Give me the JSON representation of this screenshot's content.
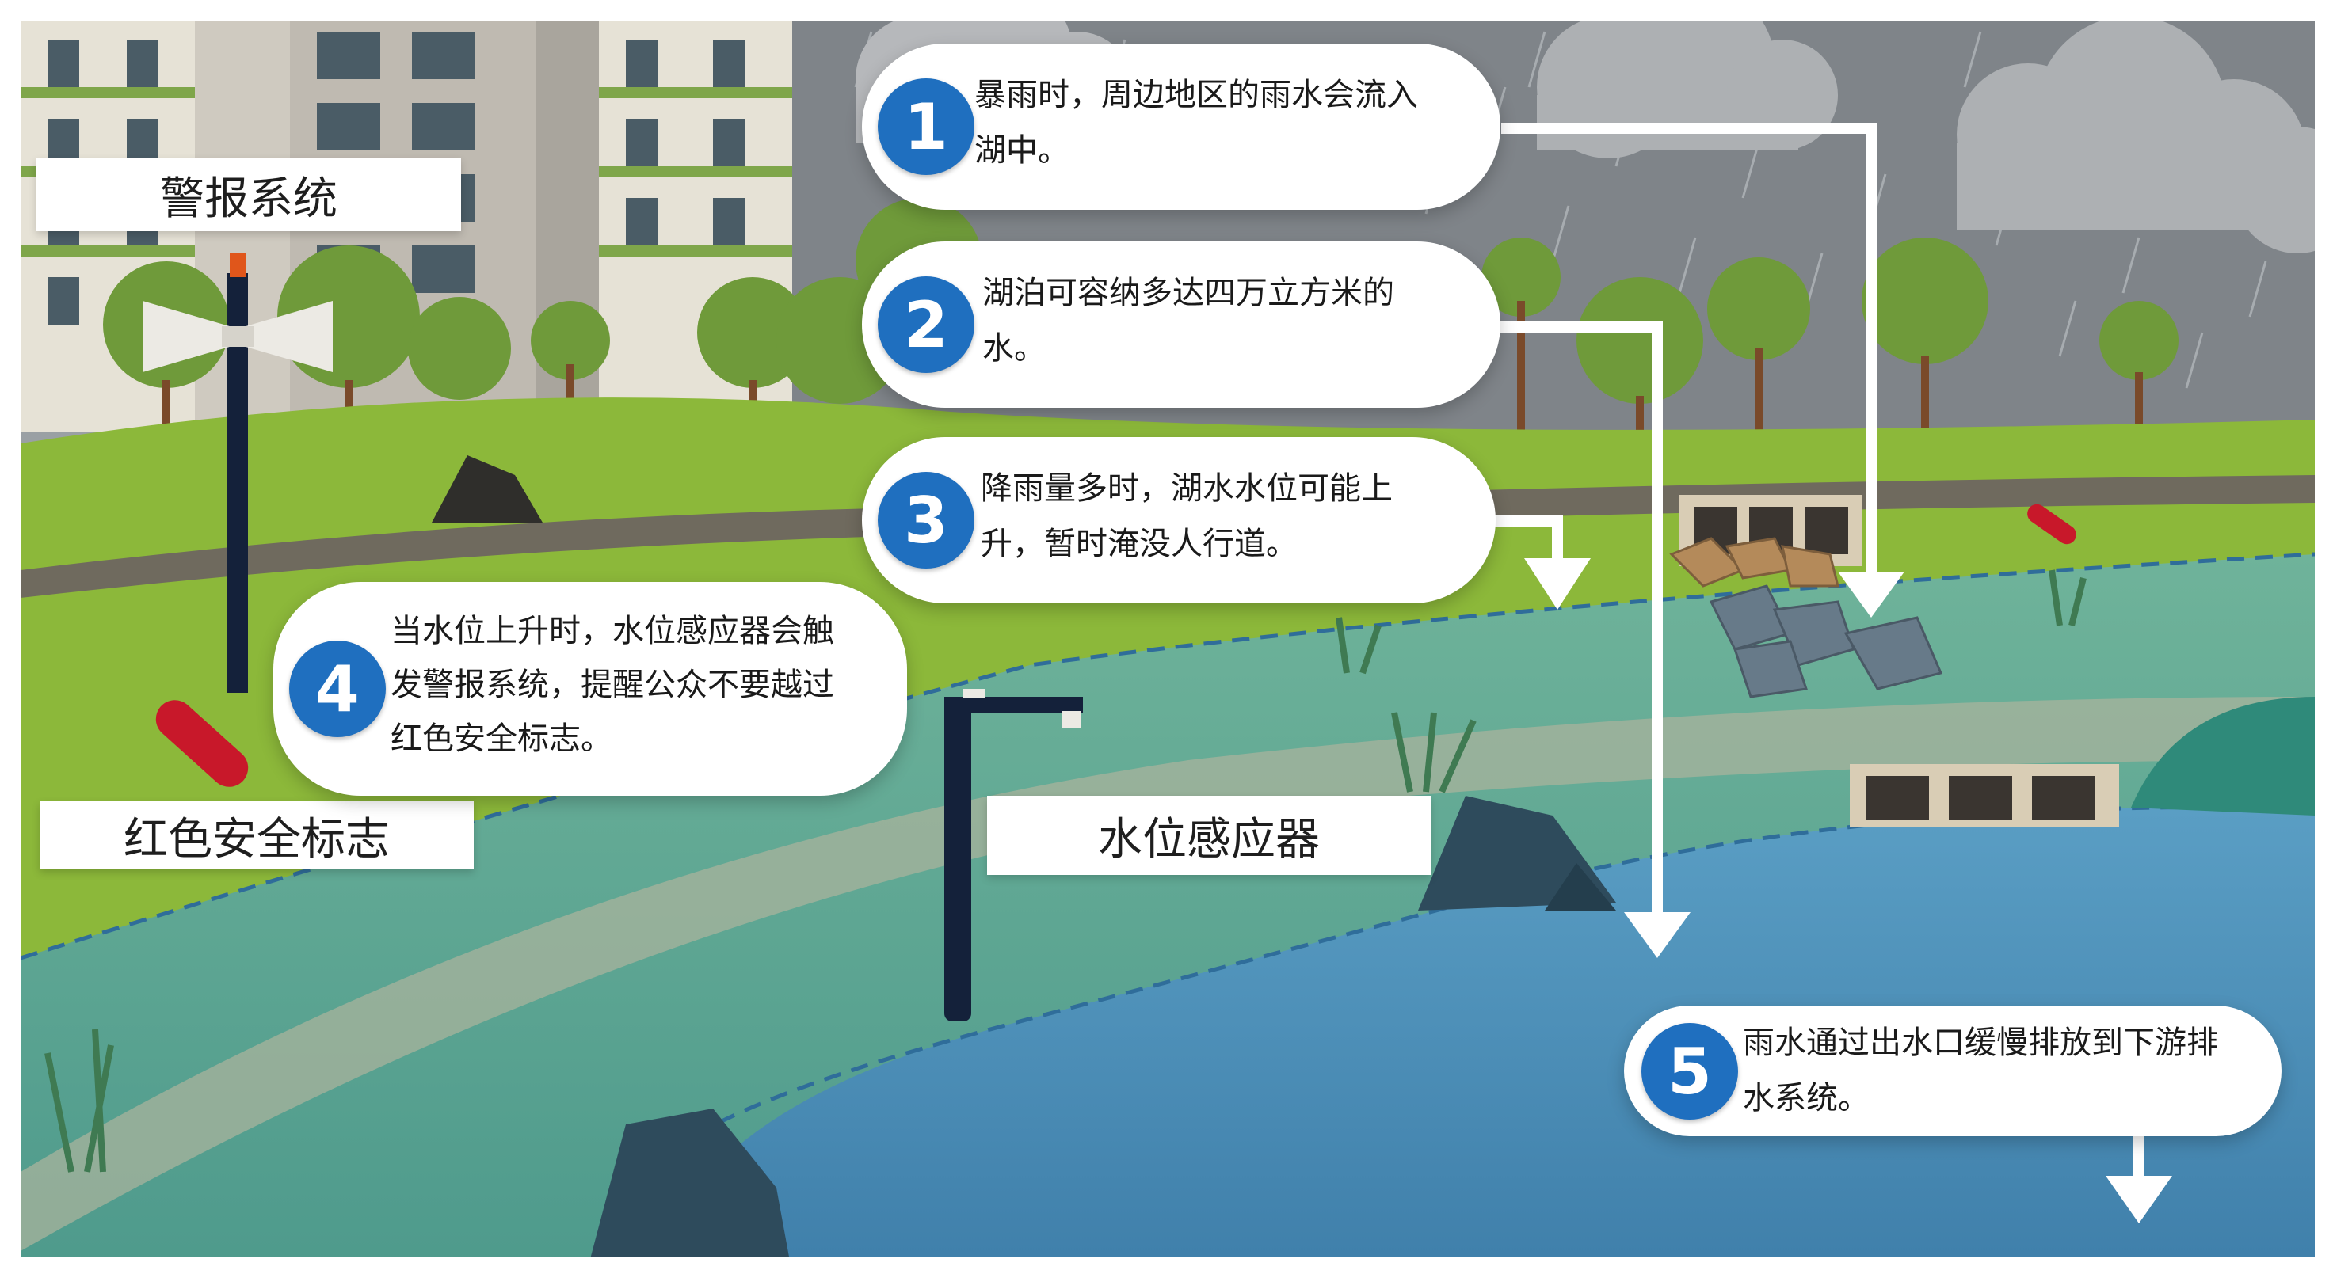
{
  "labels": {
    "alarm": "警报系统",
    "red_marker": "红色安全标志",
    "water_sensor": "水位感应器"
  },
  "callouts": [
    {
      "number": "1",
      "text": "暴雨时，周边地区的雨水会流入\n湖中。"
    },
    {
      "number": "2",
      "text": "湖泊可容纳多达四万立方米的\n水。"
    },
    {
      "number": "3",
      "text": "降雨量多时，湖水水位可能上\n升，暂时淹没人行道。"
    },
    {
      "number": "4",
      "text": "当水位上升时，水位感应器会触\n发警报系统，提醒公众不要越过\n红色安全标志。"
    },
    {
      "number": "5",
      "text": "雨水通过出水口缓慢排放到下游排\n水系统。"
    }
  ],
  "colors": {
    "badge": "#1f6fbf",
    "lake": "#4a8fb8",
    "grass": "#8cb83a",
    "sky_storm": "#8a8d91",
    "marker": "#c8182a",
    "post": "#14213a"
  }
}
